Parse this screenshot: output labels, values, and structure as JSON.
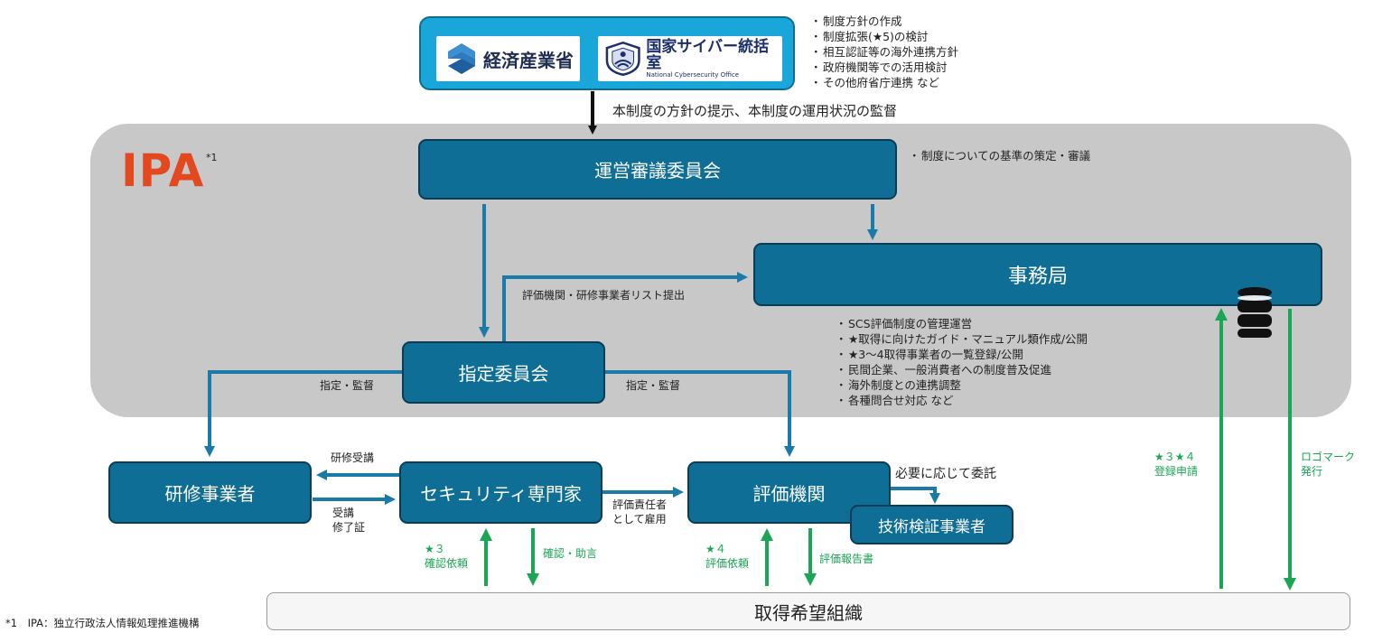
{
  "government": {
    "meti_label": "経済産業省",
    "nisc_label": "国家サイバー統括室",
    "nisc_sub_label": "National Cybersecurity Office",
    "tasks": [
      "制度方針の作成",
      "制度拡張(★5)の検討",
      "相互認証等の海外連携方針",
      "政府機関等での活用検討",
      "その他府省庁連携 など"
    ]
  },
  "policy_label": "本制度の方針の提示、本制度の運用状況の監督",
  "ipa": {
    "logo": "IPA",
    "note_mark": "*1"
  },
  "committee": {
    "title": "運営審議委員会",
    "note": "制度についての基準の策定・審議"
  },
  "secretariat": {
    "title": "事務局",
    "tasks": [
      "SCS評価制度の管理運営",
      "★取得に向けたガイド・マニュアル類作成/公開",
      "★3～4取得事業者の一覧登録/公開",
      "民間企業、一般消費者への制度普及促進",
      "海外制度との連携調整",
      "各種問合せ対応 など"
    ]
  },
  "designation_committee": {
    "title": "指定委員会"
  },
  "list_submit_label": "評価機関・研修事業者リスト提出",
  "designate_left_label": "指定・監督",
  "designate_right_label": "指定・監督",
  "trainer": {
    "title": "研修事業者"
  },
  "expert": {
    "title": "セキュリティ専門家"
  },
  "evaluator": {
    "title": "評価機関"
  },
  "tech_verifier": {
    "title": "技術検証事業者"
  },
  "training_label": "研修受講",
  "completion_label_1": "受講",
  "completion_label_2": "修了証",
  "employ_label_1": "評価責任者",
  "employ_label_2": "として雇用",
  "delegate_label": "必要に応じて委託",
  "star3_label_1": "★３",
  "star3_label_2": "確認依頼",
  "advice_label": "確認・助言",
  "star4_label_1": "★４",
  "star4_label_2": "評価依頼",
  "report_label": "評価報告書",
  "registration_label_1": "★３★４",
  "registration_label_2": "登録申請",
  "logo_mark_label_1": "ロゴマーク",
  "logo_mark_label_2": "発行",
  "organization": {
    "title": "取得希望組織"
  },
  "footnote": "*1　IPA：独立行政法人情報処理推進機構",
  "colors": {
    "box_fill": "#0e6e96",
    "box_border": "#0a3c55",
    "arrow_blue": "#1a7aa8",
    "arrow_green": "#1aa654",
    "ipa_red": "#e3491f",
    "gov_blue": "#1aa6d9"
  },
  "icons": [
    "database-icon",
    "meti-logo-icon",
    "nisc-emblem-icon",
    "bullet-dot"
  ]
}
